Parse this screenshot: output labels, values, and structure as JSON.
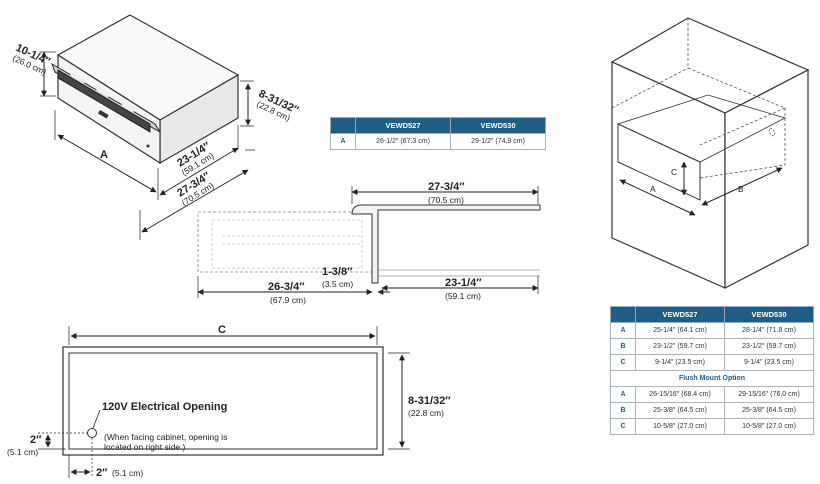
{
  "top_left": {
    "height_dim": "10-1/4″",
    "height_metric": "(26.0 cm)",
    "right_height_dim": "8-31/32″",
    "right_height_metric": "(22.8 cm)",
    "label_a": "A",
    "depth_dim": "23-1/4″",
    "depth_metric": "(59.1 cm)",
    "overall_depth_dim": "27-3/4″",
    "overall_depth_metric": "(70.5 cm)"
  },
  "table_a": {
    "headers": [
      "",
      "VEWD527",
      "VEWD530"
    ],
    "rows": [
      {
        "label": "A",
        "vewd527": "26-1/2″ (67.3 cm)",
        "vewd530": "29-1/2″ (74.9 cm)"
      }
    ]
  },
  "side_view": {
    "top_dim": "27-3/4″",
    "top_metric": "(70.5 cm)",
    "mid_dim": "1-3/8″",
    "mid_metric": "(3.5 cm)",
    "left_dim": "26-3/4″",
    "left_metric": "(67.9 cm)",
    "right_dim": "23-1/4″",
    "right_metric": "(59.1 cm)"
  },
  "cabinet": {
    "label_a": "A",
    "label_b": "B",
    "label_c": "C"
  },
  "table_b": {
    "headers": [
      "",
      "VEWD527",
      "VEWD530"
    ],
    "rows": [
      {
        "label": "A",
        "vewd527": "25-1/4″ (64.1 cm)",
        "vewd530": "28-1/4″ (71.8 cm)"
      },
      {
        "label": "B",
        "vewd527": "23-1/2″ (59.7 cm)",
        "vewd530": "23-1/2″ (59.7 cm)"
      },
      {
        "label": "C",
        "vewd527": "9-1/4″ (23.5 cm)",
        "vewd530": "9-1/4″ (23.5 cm)"
      }
    ],
    "subheader": "Flush Mount Option",
    "flush_rows": [
      {
        "label": "A",
        "vewd527": "26-15/16″ (68.4 cm)",
        "vewd530": "29-15/16″ (76.0 cm)"
      },
      {
        "label": "B",
        "vewd527": "25-3/8″ (64.5 cm)",
        "vewd530": "25-3/8″ (64.5 cm)"
      },
      {
        "label": "C",
        "vewd527": "10-5/8″ (27.0 cm)",
        "vewd530": "10-5/8″ (27.0 cm)"
      }
    ]
  },
  "front_view": {
    "label_c": "C",
    "height_dim": "8-31/32″",
    "height_metric": "(22.8 cm)",
    "opening_title": "120V Electrical Opening",
    "opening_note_1": "(When facing cabinet, opening is",
    "opening_note_2": "located on right side.)",
    "left_dim": "2″",
    "left_metric": "(5.1 cm)",
    "bottom_dim": "2″",
    "bottom_metric": "(5.1 cm)"
  }
}
